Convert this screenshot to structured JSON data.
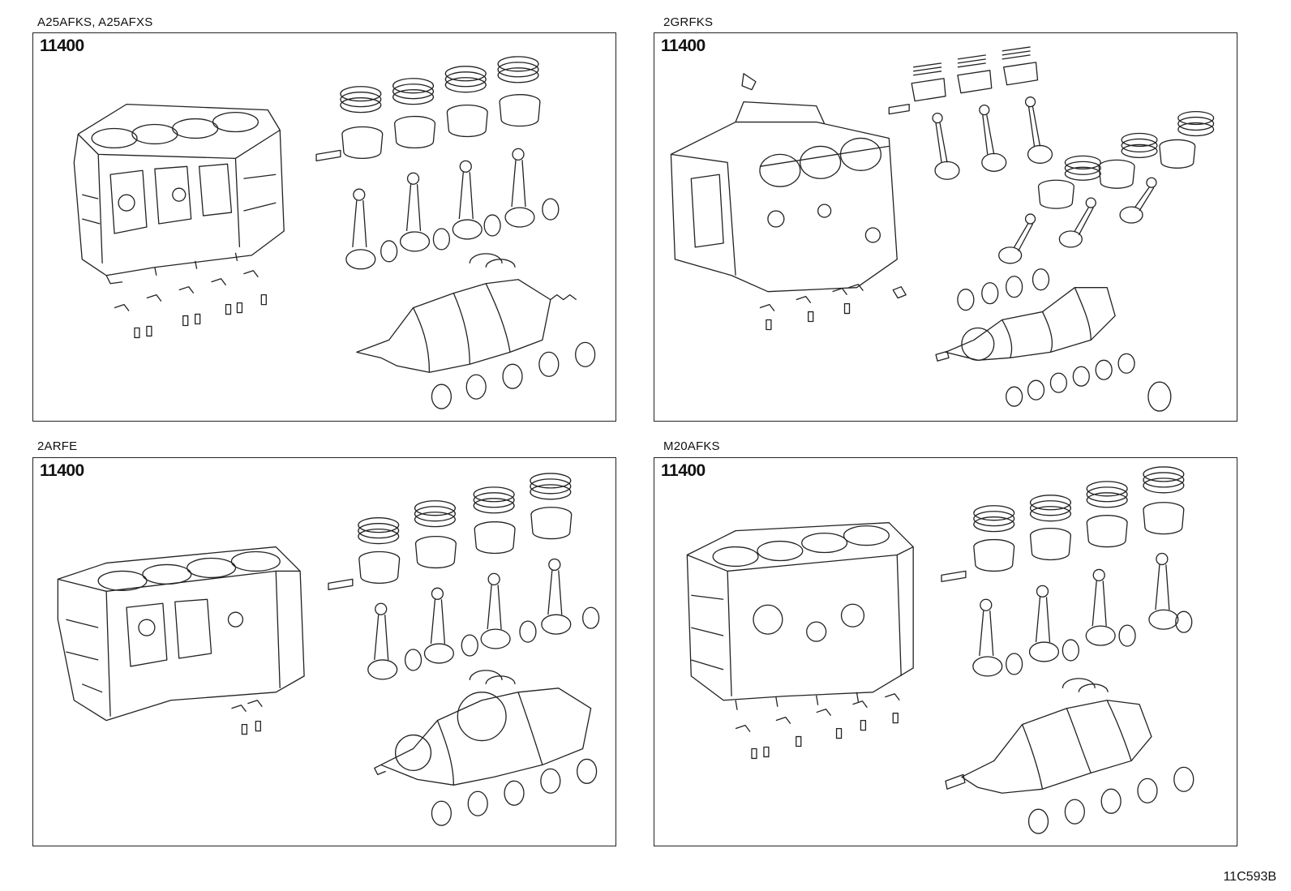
{
  "panels": [
    {
      "engine_label": "A25AFKS, A25AFXS",
      "part_number": "11400"
    },
    {
      "engine_label": "2GRFKS",
      "part_number": "11400"
    },
    {
      "engine_label": "2ARFE",
      "part_number": "11400"
    },
    {
      "engine_label": "M20AFKS",
      "part_number": "11400"
    }
  ],
  "figure_ref": "11C593B"
}
